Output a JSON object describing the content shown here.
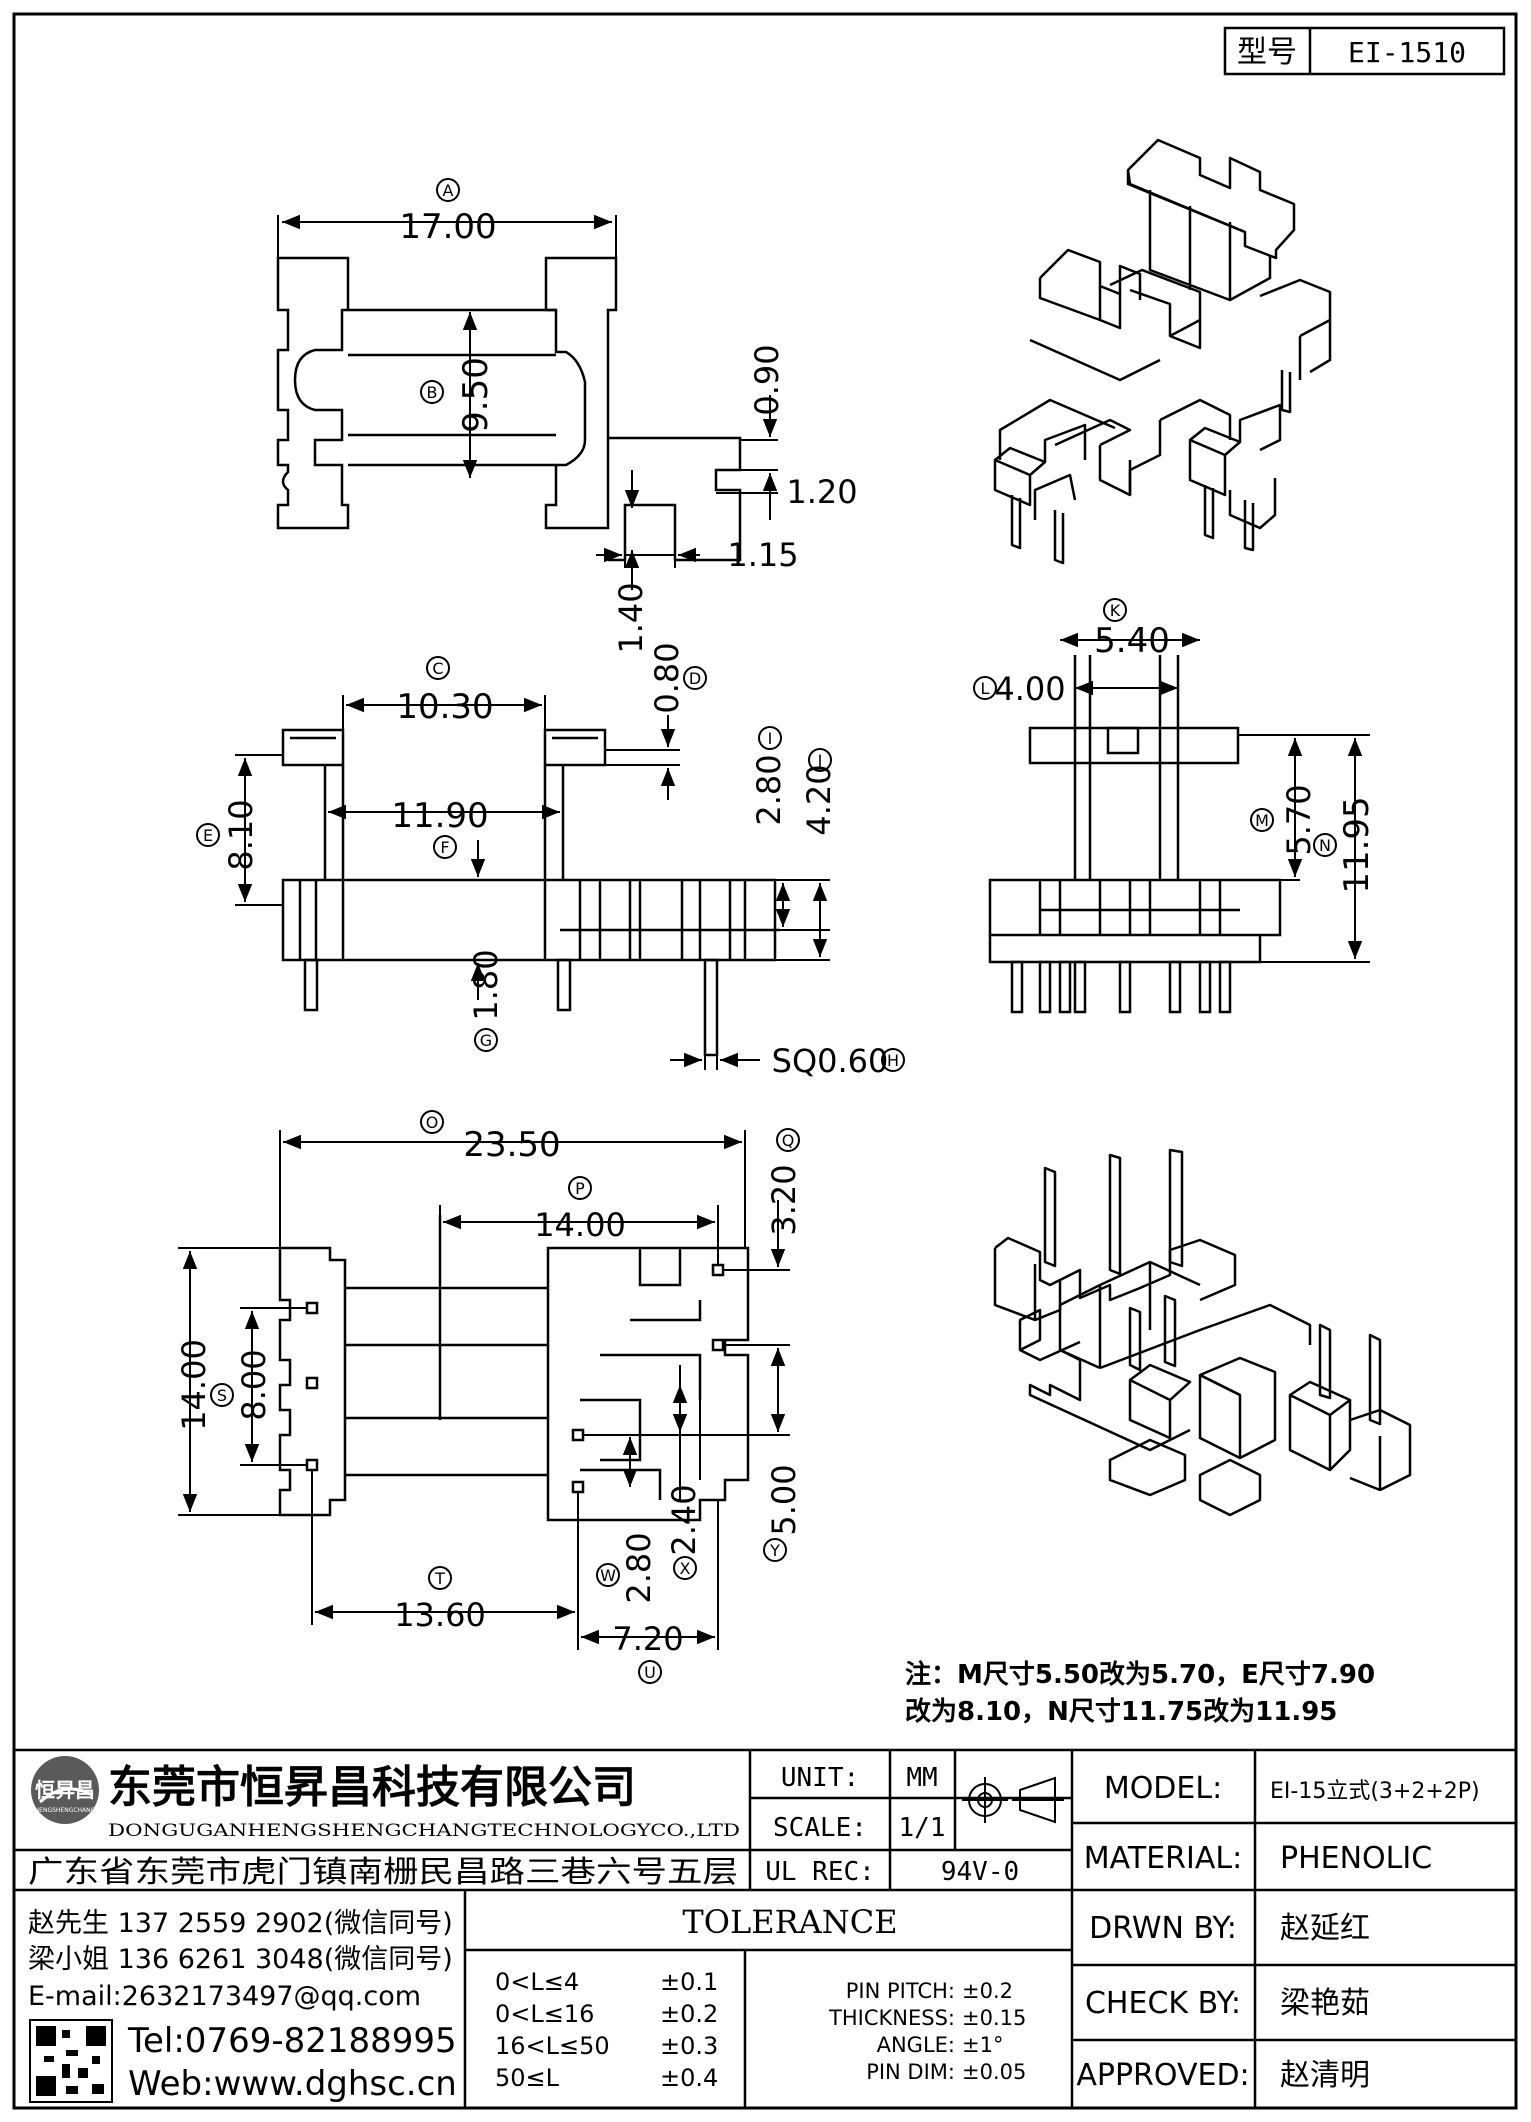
{
  "title_block": {
    "type_label": "型号",
    "type_value": "EI-1510"
  },
  "dims": {
    "A": "A",
    "A_val": "17.00",
    "B": "B",
    "B_val": "9.50",
    "small_090": "0.90",
    "small_120": "1.20",
    "small_115": "1.15",
    "small_140": "1.40",
    "C": "C",
    "C_val": "10.30",
    "D": "D",
    "D_val": "0.80",
    "E": "E",
    "E_val": "8.10",
    "F": "F",
    "F_val": "11.90",
    "G": "G",
    "G_val": "1.80",
    "H": "H",
    "H_val": "SQ0.60",
    "I": "I",
    "I_val": "2.80",
    "J": "J",
    "J_val": "4.20",
    "K": "K",
    "K_val": "5.40",
    "L": "L",
    "L_val": "4.00",
    "M": "M",
    "M_val": "5.70",
    "N": "N",
    "N_val": "11.95",
    "O": "O",
    "O_val": "23.50",
    "P": "P",
    "P_val": "14.00",
    "Q": "Q",
    "Q_val": "3.20",
    "S": "S",
    "S_val": "8.00",
    "R_val": "14.00",
    "T": "T",
    "T_val": "13.60",
    "U": "U",
    "U_val": "7.20",
    "W": "W",
    "W_val": "2.80",
    "X": "X",
    "X_val": "2.40",
    "Y": "Y",
    "Y_val": "5.00"
  },
  "note": {
    "line1": "注：M尺寸5.50改为5.70，E尺寸7.90",
    "line2": "改为8.10，N尺寸11.75改为11.95"
  },
  "company": {
    "logo_text": "恒昇昌",
    "logo_sub": "HENGSHENGCHANG",
    "name_cn": "东莞市恒昇昌科技有限公司",
    "name_en": "DONGUGANHENGSHENGCHANGTECHNOLOGYCO.,LTD",
    "address": "广东省东莞市虎门镇南栅民昌路三巷六号五层",
    "contact1": "赵先生 137 2559 2902(微信同号)",
    "contact2": "梁小姐 136 6261 3048(微信同号)",
    "email": "E-mail:2632173497@qq.com",
    "tel": "Tel:0769-82188995",
    "web": "Web:www.dghsc.cn"
  },
  "spec": {
    "unit_label": "UNIT:",
    "unit_value": "MM",
    "scale_label": "SCALE:",
    "scale_value": "1/1",
    "ulrec_label": "UL REC:",
    "ulrec_value": "94V-0",
    "tolerance_title": "TOLERANCE",
    "tolerances": [
      {
        "range": "0<L≤4",
        "value": "±0.1"
      },
      {
        "range": "0<L≤16",
        "value": "±0.2"
      },
      {
        "range": "16<L≤50",
        "value": "±0.3"
      },
      {
        "range": "50≤L",
        "value": "±0.4"
      }
    ],
    "pin_items": [
      {
        "label": "PIN PITCH:",
        "value": "±0.2"
      },
      {
        "label": "THICKNESS:",
        "value": "±0.15"
      },
      {
        "label": "ANGLE:",
        "value": "±1°"
      },
      {
        "label": "PIN DIM:",
        "value": "±0.05"
      }
    ]
  },
  "info": {
    "model_label": "MODEL:",
    "model_value": "EI-15立式(3+2+2P)",
    "material_label": "MATERIAL:",
    "material_value": "PHENOLIC",
    "drwn_label": "DRWN BY:",
    "drwn_value": "赵延红",
    "check_label": "CHECK BY:",
    "check_value": "梁艳茹",
    "approved_label": "APPROVED:",
    "approved_value": "赵清明"
  }
}
